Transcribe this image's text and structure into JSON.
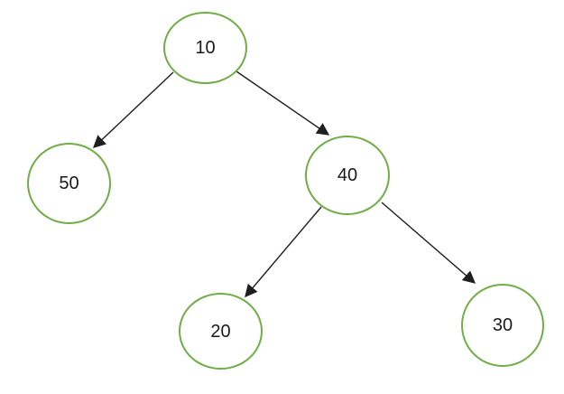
{
  "diagram": {
    "kind": "binary-tree",
    "nodes": [
      {
        "id": "root",
        "value": "10"
      },
      {
        "id": "left-child",
        "value": "50"
      },
      {
        "id": "right-child",
        "value": "40"
      },
      {
        "id": "left-grandchild",
        "value": "20"
      },
      {
        "id": "right-grandchild",
        "value": "30"
      }
    ],
    "edges": [
      {
        "from": "10",
        "to": "50"
      },
      {
        "from": "10",
        "to": "40"
      },
      {
        "from": "40",
        "to": "20"
      },
      {
        "from": "40",
        "to": "30"
      }
    ],
    "colors": {
      "node_border": "#70AD47",
      "node_fill": "#FFFFFF",
      "node_text": "#1A1A1A",
      "arrow": "#1F1F1F",
      "background": "#FFFFFF"
    }
  }
}
